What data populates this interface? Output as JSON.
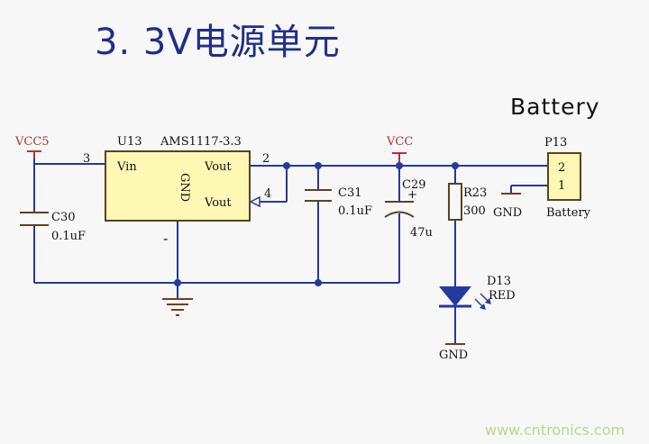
{
  "title": "3. 3V电源单元",
  "subtitle": "Battery",
  "watermark": "www.cntronics.com",
  "labels": {
    "vcc5": "VCC5",
    "vcc": "VCC",
    "u13": "U13",
    "ams": "AMS1117-3.3",
    "pin3": "3",
    "pin2": "2",
    "pin4": "4",
    "vin": "Vin",
    "vout1": "Vout",
    "vout2": "Vout",
    "gnd_pin": "GND",
    "minus": "-",
    "c30": "C30",
    "c30_val": "0.1uF",
    "c31": "C31",
    "c31_val": "0.1uF",
    "c29": "C29",
    "c29_plus": "+",
    "c29_val": "47u",
    "r23": "R23",
    "r23_val": "300",
    "d13": "D13",
    "d13_val": "RED",
    "gnd_p13": "GND",
    "gnd_led": "GND",
    "p13": "P13",
    "p13_pin2": "2",
    "p13_pin1": "1",
    "p13_name": "Battery"
  },
  "colors": {
    "wire": "#243a9c",
    "power": "#b1323a",
    "regulator_fill": "#fdf8b4",
    "title": "#1f2f86"
  }
}
